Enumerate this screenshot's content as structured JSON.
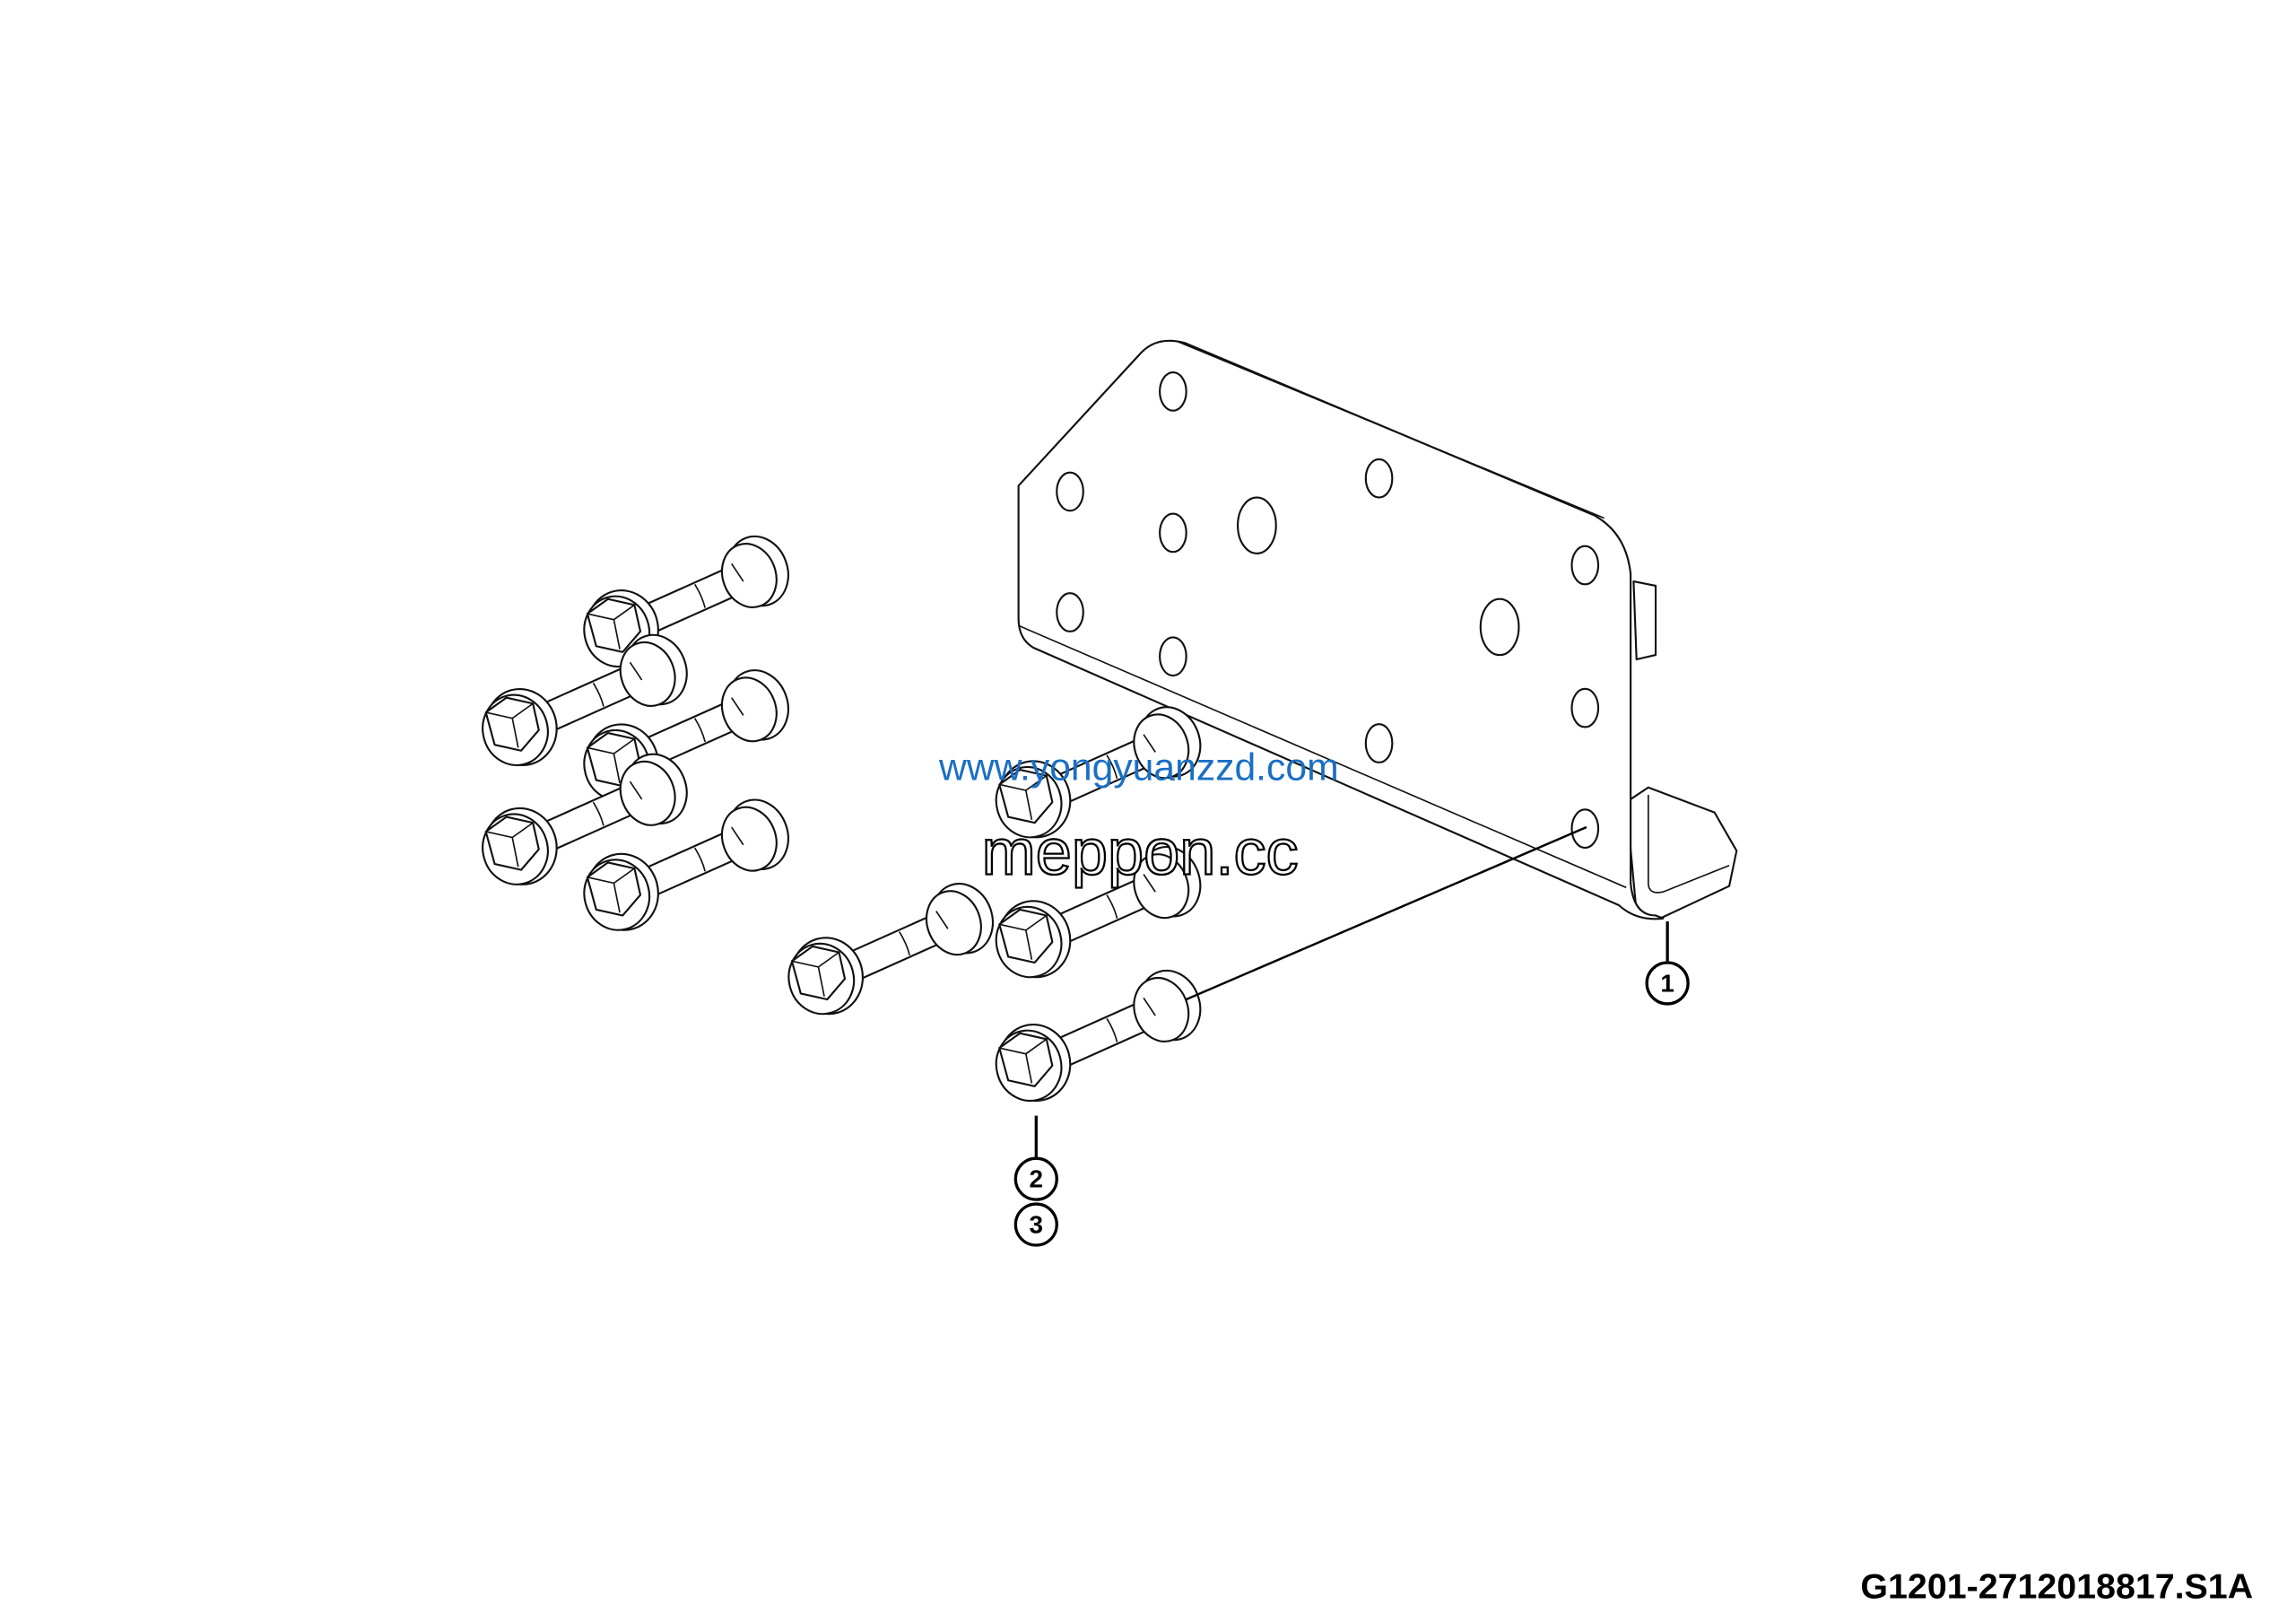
{
  "drawing": {
    "callouts": [
      "1",
      "2",
      "3"
    ],
    "drawing_code": "G1201-2712018817.S1A"
  },
  "watermarks": {
    "outline_text": "meppon.cc",
    "url_text": "www.yongyuanzzd.com",
    "url_color": "#1a6fc4"
  }
}
